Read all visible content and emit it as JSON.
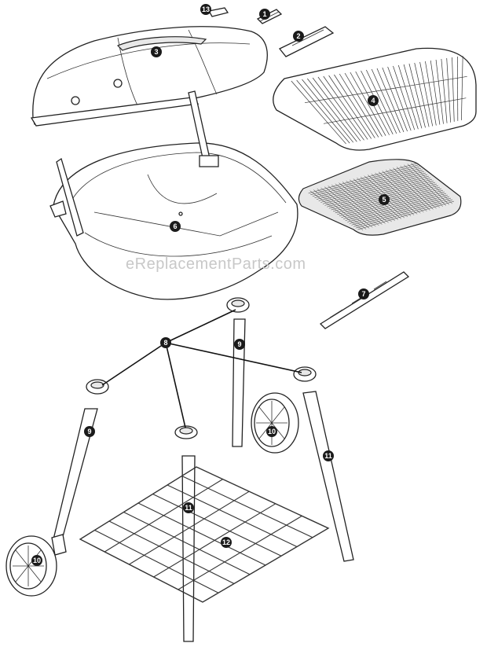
{
  "watermark": "eReplacementParts.com",
  "callouts": {
    "p1": "1",
    "p2": "2",
    "p3": "3",
    "p4": "4",
    "p5": "5",
    "p6": "6",
    "p7": "7",
    "p8": "8",
    "p9a": "9",
    "p9b": "9",
    "p10a": "10",
    "p10b": "10",
    "p11a": "11",
    "p11b": "11",
    "p12": "12",
    "p13": "13"
  }
}
